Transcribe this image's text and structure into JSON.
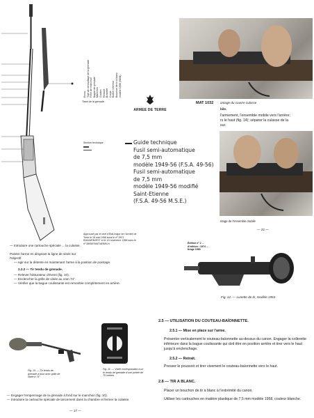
{
  "left_page": {
    "vertical_legend": [
      "Ecrou",
      "Tige de verrouillage de la grenade",
      "Frein de manchon",
      "Bague de grenade",
      "Manchon",
      "Guidon",
      "Ressort",
      "Bracelet",
      "Corps",
      "Boîtier inférieur",
      "Bouchon de tir à blanc",
      "modèle 1958 (ISBN)"
    ],
    "note_small": "Tirant de la grenade",
    "section_caption": "Section technique",
    "doc_logo": "ARMEE DE TERRE",
    "guide_lines": [
      "Guide technique",
      "Fusil semi-automatique",
      "de 7,5 mm",
      "modèle 1949-56 (F.S.A. 49-56)",
      "Fusil semi-automatique",
      "de 7,5 mm",
      "modèle 1949-56 modifié",
      "Saint-Etienne",
      "(F.S.A. 49-56 M.S.E.)"
    ],
    "approval_note": "Approuvé par le chef d'Etat-major de l'Armée de Terre le 18 mai 1958 sous le nº 2871 EMA/ARM/EST et le 13 novembre 1968 sous le nº 3895/EMAT/ARM/LH",
    "para_intro": "— Introduire une cartouche spéciale ... la culasse.",
    "para_point": "Pointer l'arme en dirigeant la ligne de visée sur l'objectif.",
    "para_press": "— Agir sur la détente en maintenant l'arme à la position de pointage.",
    "section_222": "2.2.2 — Tir tendu de grenade.",
    "list_222": [
      "— Relever l'obturateur d'évent (fig. 10).",
      "— Enclencher la grille de visée au cran 74°.",
      "— Vérifier que la bague coulissante est remontée complètement en arrière."
    ],
    "fig10_caption": "Fig. 10. — Tir tendu de grenade à bout avec grille de visée à 74°.",
    "fig11_caption": "Fig. 11. — Visée correspondant à un tir tendu de grenade d'une portée de 75 mètres",
    "bottom_lines": [
      "— Engager l'empennage de la grenade à fond sur le manchon (fig. 10).",
      "— Introduire la cartouche spéciale de lancement dans la chambre et fermer la culasse."
    ],
    "page_number": "— 17 —"
  },
  "right_page": {
    "mat_label": "MAT 1032",
    "photo_caption_1": "ontage du couvre culasse",
    "caption_cont": "bile.",
    "text_lines": [
      "l'armement, l'ensemble mobile vers l'arrière;",
      "rs le haut (fig. 14); séparer la culasse de la",
      "sur."
    ],
    "photo_caption_2": "ntage de l'ensemble mobile",
    "page_number": "— 22 —",
    "edition_note": "Édition nº 2 ... d'édition : 1974 ... tirage 1980",
    "fig12_caption": "Fig. 12. — Lunette de tir, modèle 1953",
    "section_25": "2.5 — UTILISATION DU COUTEAU-BAÏONNETTE.",
    "section_251": "2.5.1 — Mise en place sur l'arme.",
    "para_251": "Présenter verticalement le couteau-baïonnette au-dessus du canon. Engager la collerette inférieure dans la bague coulissante qui doit être en position arrière et tirer vers le haut jusqu'à enclenchage.",
    "section_252": "2.5.2 — Retrait.",
    "para_252": "Presser le poussoir et tirer vivement le couteau-baïonnette vers le haut.",
    "section_28": "2.8 — TIR A BLANC.",
    "para_28a": "Placer un bouchon de tir à blanc à l'extrémité du canon.",
    "para_28b": "Utiliser les cartouches en matière plastique de 7,5 mm modèle 1958, couleur blanche."
  }
}
